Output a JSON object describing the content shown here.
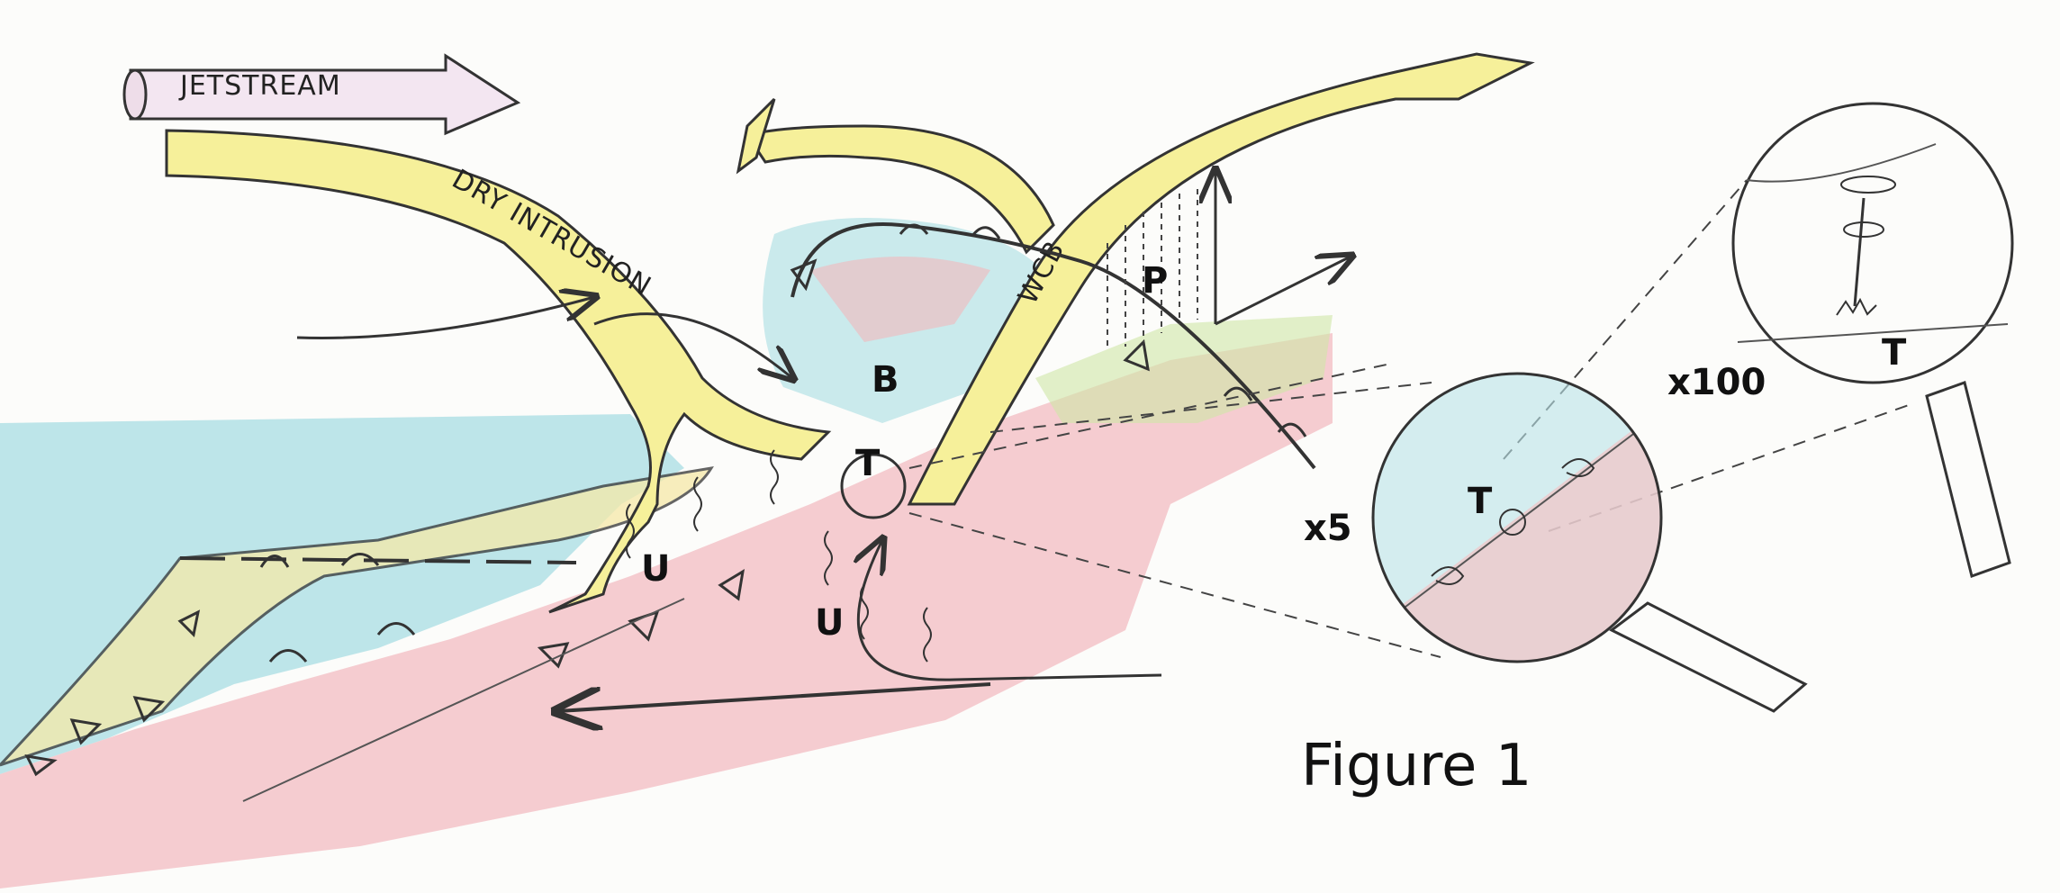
{
  "labels": {
    "jetstream": "JETSTREAM",
    "dry_intrusion": "DRY INTRUSION",
    "wcb": "WCB",
    "b": "B",
    "p": "P",
    "t_main": "T",
    "t_zoom1": "T",
    "t_zoom2": "T",
    "u_left": "U",
    "u_right": "U",
    "zoom1": "x5",
    "zoom2": "x100",
    "caption": "Figure 1"
  },
  "colors": {
    "warm_air": "#f2b8bd",
    "cold_air": "#a8dde3",
    "dry_intrusion": "#f6f09a",
    "jetstream": "#f3e6f1",
    "line": "#333333"
  }
}
